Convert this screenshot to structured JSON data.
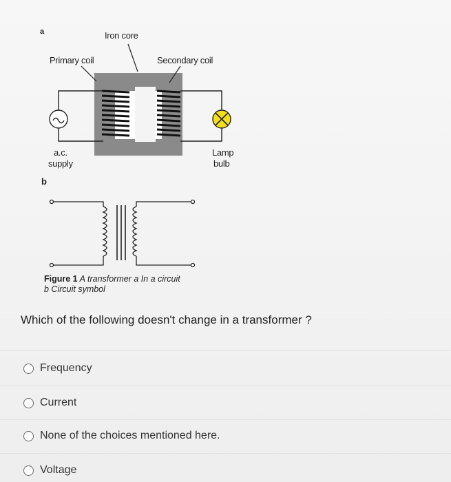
{
  "figure": {
    "panel_a": "a",
    "panel_b": "b",
    "iron_core": "Iron core",
    "primary_coil": "Primary coil",
    "secondary_coil": "Secondary coil",
    "ac_supply_line1": "a.c.",
    "ac_supply_line2": "supply",
    "lamp_line1": "Lamp",
    "lamp_line2": "bulb",
    "caption_line1_bold": "Figure 1",
    "caption_line1": " A transformer a In a circuit",
    "caption_line2": "b Circuit symbol"
  },
  "question": "Which of the following doesn't change in a transformer ?",
  "options": [
    {
      "label": "Frequency"
    },
    {
      "label": "Current"
    },
    {
      "label": "None of the choices mentioned here."
    },
    {
      "label": "Voltage"
    }
  ]
}
